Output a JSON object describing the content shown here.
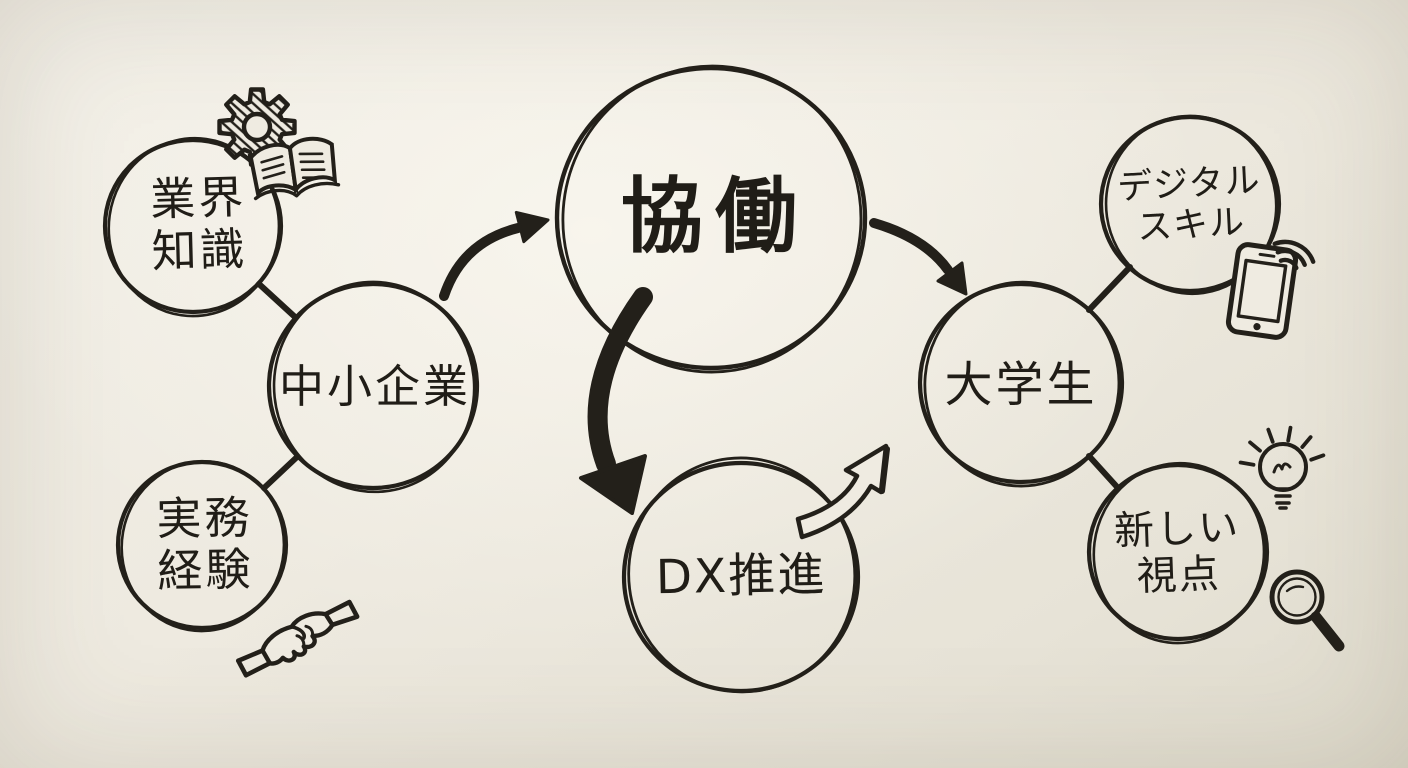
{
  "palette": {
    "background_paper": "#efebe1",
    "ink": "#23201a"
  },
  "nodes": {
    "collaboration": {
      "label": "協働"
    },
    "sme": {
      "label": "中小企業"
    },
    "industry_knowledge": {
      "line1": "業界",
      "line2": "知識"
    },
    "practical_experience": {
      "line1": "実務",
      "line2": "経験"
    },
    "dx_promotion": {
      "label": "DX推進"
    },
    "university_student": {
      "label": "大学生"
    },
    "digital_skills": {
      "line1": "デジタル",
      "line2": "スキル"
    },
    "new_perspective": {
      "line1": "新しい",
      "line2": "視点"
    }
  },
  "icons": {
    "gear": "gear-icon",
    "open_book": "open-book-icon",
    "handshake": "handshake-icon",
    "smartphone": "smartphone-icon",
    "wifi_waves": "wifi-waves-icon",
    "lightbulb": "lightbulb-icon",
    "magnifier": "magnifying-glass-icon"
  },
  "edges": [
    {
      "from": "業界知識",
      "to": "中小企業",
      "style": "plain-line"
    },
    {
      "from": "実務経験",
      "to": "中小企業",
      "style": "plain-line"
    },
    {
      "from": "中小企業",
      "to": "協働",
      "style": "curved-filled-arrow"
    },
    {
      "from": "協働",
      "to": "大学生",
      "style": "curved-filled-arrow"
    },
    {
      "from": "協働",
      "to": "DX推進",
      "style": "thick-filled-arrow"
    },
    {
      "from": "DX推進",
      "to": "",
      "style": "outline-arrow-rising"
    },
    {
      "from": "デジタルスキル",
      "to": "大学生",
      "style": "plain-line"
    },
    {
      "from": "新しい視点",
      "to": "大学生",
      "style": "plain-line"
    }
  ]
}
